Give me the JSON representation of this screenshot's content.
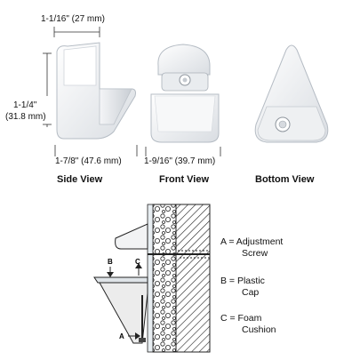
{
  "top": {
    "dim_top_width": "1-1/16\" (27 mm)",
    "dim_height_line1": "1-1/4\"",
    "dim_height_line2": "(31.8 mm)",
    "dim_side_depth": "1-7/8\" (47.6 mm)",
    "dim_front_width": "1-9/16\" (39.7 mm)",
    "views": {
      "side": "Side View",
      "front": "Front View",
      "bottom": "Bottom View"
    }
  },
  "diagram": {
    "callouts": {
      "a": "A",
      "b": "B",
      "c": "C"
    },
    "legend": [
      {
        "line1": "A = Adjustment",
        "line2": "Screw"
      },
      {
        "line1": "B = Plastic",
        "line2": "Cap"
      },
      {
        "line1": "C = Foam",
        "line2": "Cushion"
      }
    ]
  }
}
